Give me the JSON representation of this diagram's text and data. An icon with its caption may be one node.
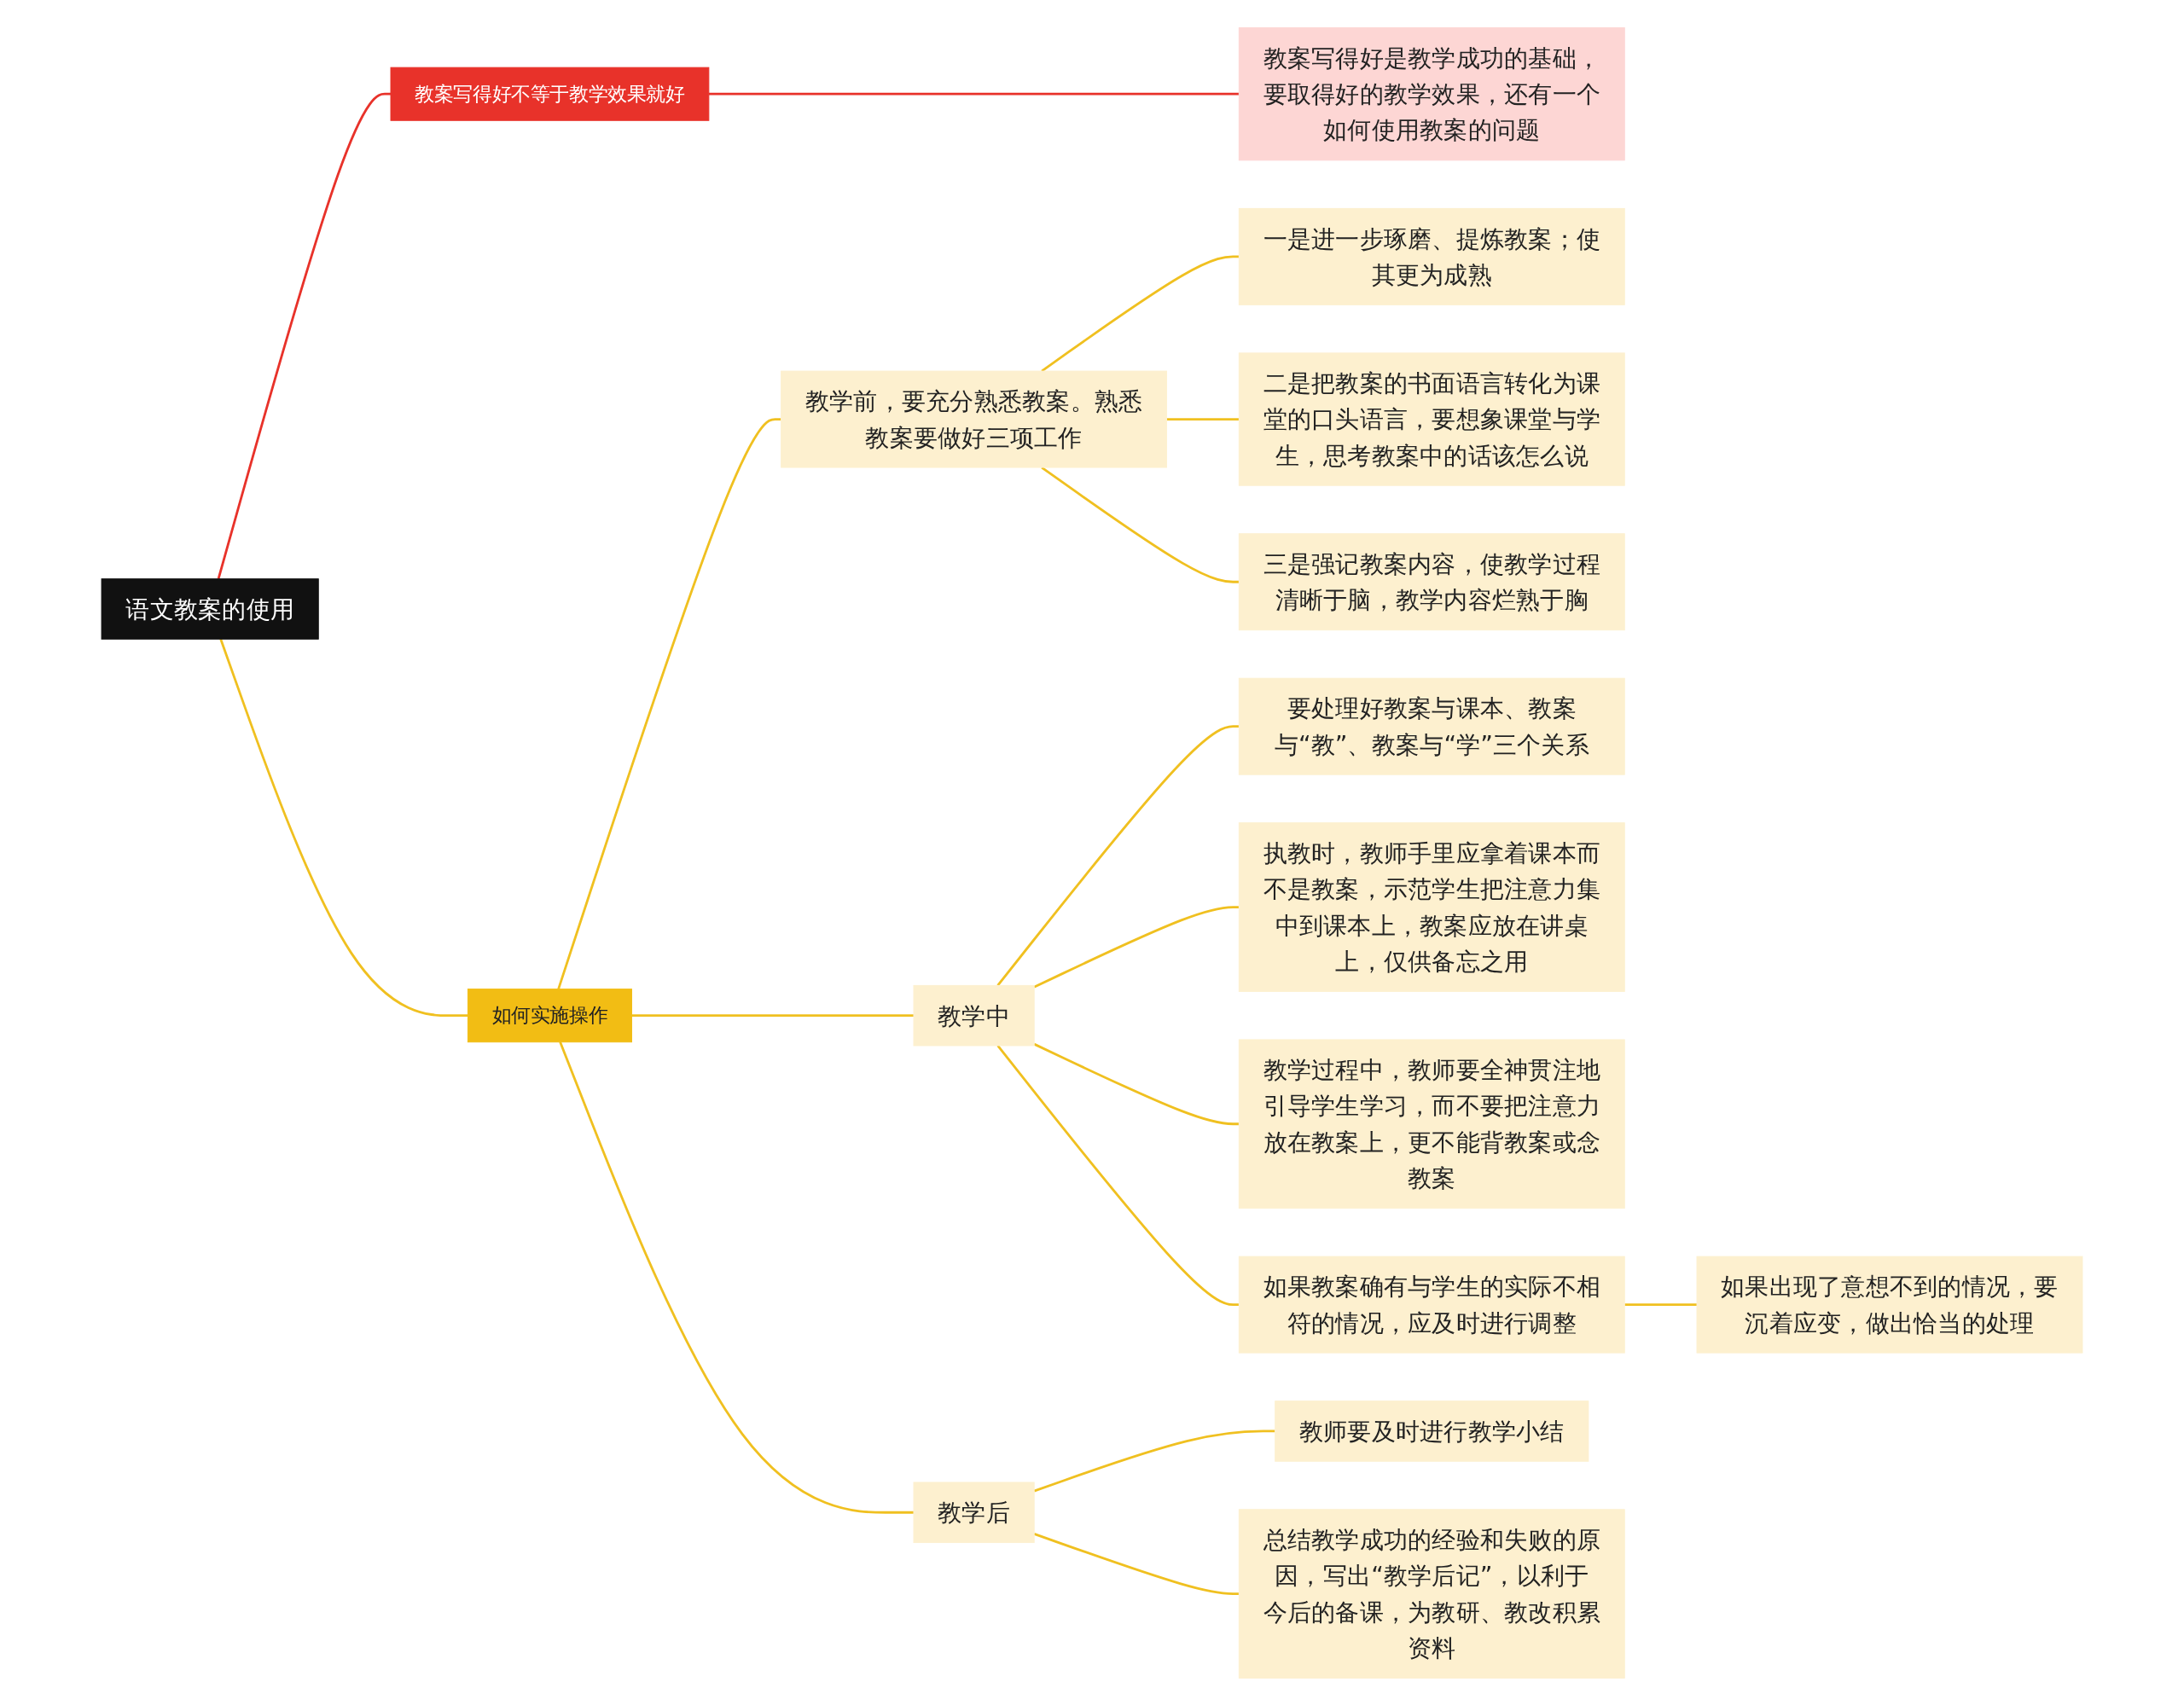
{
  "diagram": {
    "nodes": [
      {
        "text": [
          "语文教案的使用"
        ]
      },
      {
        "text": [
          "教案写得好不等于教学效果就好"
        ]
      },
      {
        "text": [
          "教案写得好是教学成功的基础，要取得好的教学效果，还有一个如何使用教案的问题"
        ]
      },
      {
        "text": [
          "如何实施操作"
        ]
      },
      {
        "text": [
          "教学前，要充分熟悉教案。熟悉教案要做好三项工作"
        ]
      },
      {
        "text": [
          "一是进一步琢磨、提炼教案；使其更为成熟"
        ]
      },
      {
        "text": [
          "二是把教案的书面语言转化为课堂的口头语言，要想象课堂与学生，思考教案中的话该怎么说"
        ]
      },
      {
        "text": [
          "三是强记教案内容，使教学过程清晰于脑，教学内容烂熟于胸"
        ]
      },
      {
        "text": [
          "教学中"
        ]
      },
      {
        "text": [
          "要处理好教案与课本、教案与“教”、教案与“学”三个关系"
        ]
      },
      {
        "text": [
          "执教时，教师手里应拿着课本而不是教案，示范学生把注意力集中到课本上，教案应放在讲桌上，仅供备忘之用"
        ]
      },
      {
        "text": [
          "教学过程中，教师要全神贯注地引导学生学习，而不要把注意力放在教案上，更不能背教案或念教案"
        ]
      },
      {
        "text": [
          "如果教案确有与学生的实际不相符的情况，应及时进行调整"
        ]
      },
      {
        "text": [
          "如果出现了意想不到的情况，要沉着应变，做出恰当的处理"
        ]
      },
      {
        "text": [
          "教学后"
        ]
      },
      {
        "text": [
          "教师要及时进行教学小结"
        ]
      },
      {
        "text": [
          "总结教学成功的经验和失败的原因，写出“教学后记”，以利于今后的备课，为教研、教改积累资料"
        ]
      }
    ],
    "edges": [
      {
        "from": 0,
        "to": 1,
        "arrow": "none",
        "color": "#e8322a"
      },
      {
        "from": 1,
        "to": 2,
        "arrow": "none",
        "color": "#e8322a"
      },
      {
        "from": 0,
        "to": 3,
        "arrow": "none"
      },
      {
        "from": 3,
        "to": 4,
        "arrow": "none"
      },
      {
        "from": 4,
        "to": 5,
        "arrow": "none"
      },
      {
        "from": 4,
        "to": 6,
        "arrow": "none"
      },
      {
        "from": 4,
        "to": 7,
        "arrow": "none"
      },
      {
        "from": 3,
        "to": 8,
        "arrow": "none"
      },
      {
        "from": 8,
        "to": 9,
        "arrow": "none"
      },
      {
        "from": 8,
        "to": 10,
        "arrow": "none"
      },
      {
        "from": 8,
        "to": 11,
        "arrow": "none"
      },
      {
        "from": 8,
        "to": 12,
        "arrow": "none"
      },
      {
        "from": 12,
        "to": 13,
        "arrow": "none"
      },
      {
        "from": 3,
        "to": 14,
        "arrow": "none"
      },
      {
        "from": 14,
        "to": 15,
        "arrow": "none"
      },
      {
        "from": 14,
        "to": 16,
        "arrow": "none"
      }
    ]
  }
}
